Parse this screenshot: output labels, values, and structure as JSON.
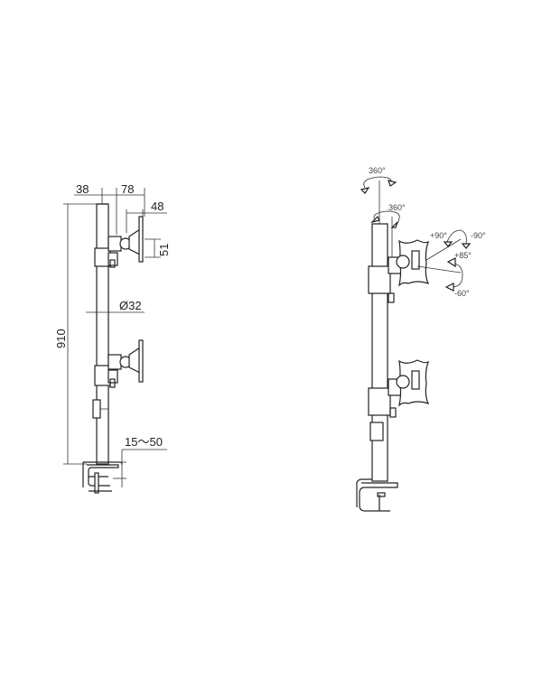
{
  "diagram": {
    "type": "technical-drawing",
    "subject": "dual monitor pole mount with desk clamp",
    "views": [
      {
        "name": "side-dimension-view",
        "dimensions": {
          "arm_offset": "38",
          "arm_reach": "78",
          "plate_depth": "48",
          "plate_height": "51",
          "pole_diameter": "Ø32",
          "pole_height": "910",
          "clamp_range": "15～50"
        }
      },
      {
        "name": "perspective-motion-view",
        "angles": {
          "pole_rotation": "360°",
          "arm_rotation": "360°",
          "swivel_left": "+90°",
          "swivel_right": "-90°",
          "tilt_up": "+85°",
          "tilt_down": "-60°"
        }
      }
    ]
  }
}
